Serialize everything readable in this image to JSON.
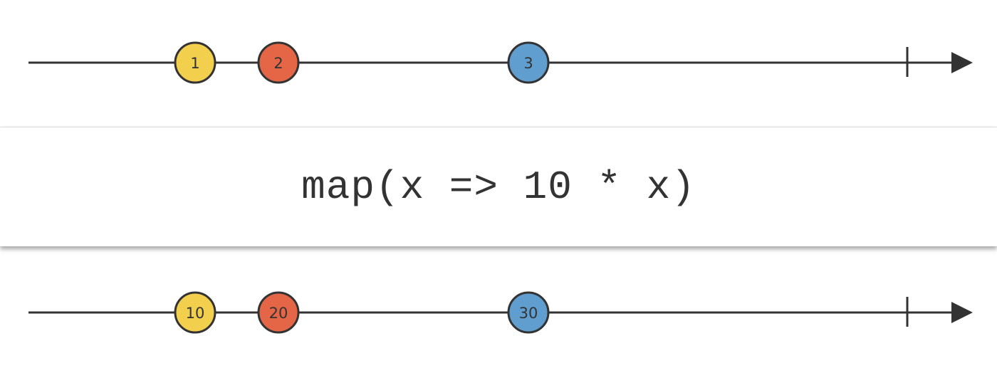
{
  "operator": {
    "label": "map(x => 10 * x)"
  },
  "colors": {
    "line": "#333333",
    "yellow": "#f3cf4e",
    "red": "#e46646",
    "blue": "#5f9ecf"
  },
  "input": {
    "marbles": [
      {
        "label": "1",
        "time": 0.18,
        "color": "#f3cf4e"
      },
      {
        "label": "2",
        "time": 0.27,
        "color": "#e46646"
      },
      {
        "label": "3",
        "time": 0.54,
        "color": "#5f9ecf"
      }
    ],
    "completed": true
  },
  "output": {
    "marbles": [
      {
        "label": "10",
        "time": 0.18,
        "color": "#f3cf4e"
      },
      {
        "label": "20",
        "time": 0.27,
        "color": "#e46646"
      },
      {
        "label": "30",
        "time": 0.54,
        "color": "#5f9ecf"
      }
    ],
    "completed": true
  }
}
